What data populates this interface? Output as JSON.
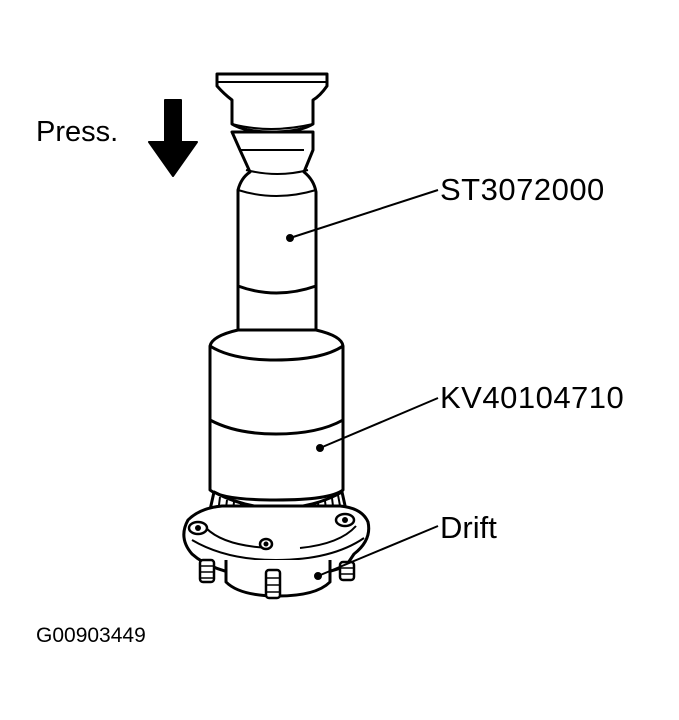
{
  "labels": {
    "press": "Press.",
    "tool_upper": "ST3072000",
    "tool_lower": "KV40104710",
    "drift": "Drift",
    "figure_id": "G00903449"
  },
  "colors": {
    "ink": "#000000",
    "paper": "#ffffff"
  }
}
